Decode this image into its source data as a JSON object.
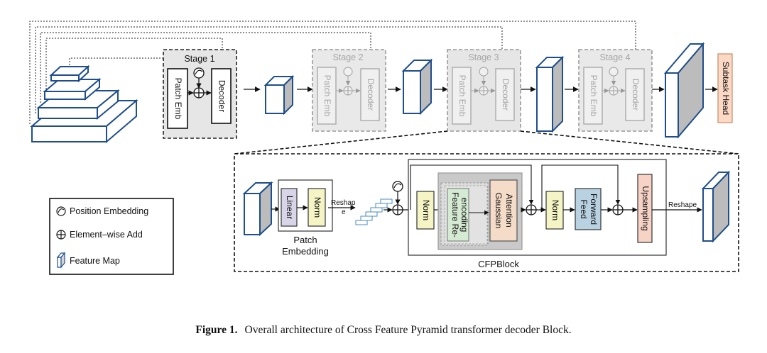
{
  "stages": [
    {
      "title": "Stage 1",
      "patch": "Patch Emb",
      "decoder": "Decoder"
    },
    {
      "title": "Stage 2",
      "patch": "Patch Emb",
      "decoder": "Decoder"
    },
    {
      "title": "Stage 3",
      "patch": "Patch Emb",
      "decoder": "Decoder"
    },
    {
      "title": "Stage 4",
      "patch": "Patch Emb",
      "decoder": "Decoder"
    }
  ],
  "subtask_head": "Subtask Head",
  "legend": {
    "position_embedding": "Position Embedding",
    "element_wise_add": "Element–wise Add",
    "feature_map": "Feature Map"
  },
  "detail": {
    "linear": "Linear",
    "norm": "Norm",
    "patch_embedding_line1": "Patch",
    "patch_embedding_line2": "Embedding",
    "reshape_in_line1": "Reshap",
    "reshape_in_line2": "e",
    "feature_reencoding_line1": "Feature Re-",
    "feature_reencoding_line2": "encoding",
    "gaussian_attention_line1": "Gaussian",
    "gaussian_attention_line2": "Attention",
    "feed_forward_line1": "Feed",
    "feed_forward_line2": "Forward",
    "upsampling": "Upsampling",
    "reshape_out": "Reshape",
    "cfpblock": "CFPBlock"
  },
  "caption": {
    "label": "Figure 1.",
    "text": "Overall architecture of Cross Feature Pyramid transformer decoder Block."
  },
  "colors": {
    "feature_map_blue": "#1f4e8c",
    "linear_fill": "#d9d5e8",
    "norm_fill": "#f4f4c4",
    "reencoding_fill": "#d5ead2",
    "attention_fill": "#f5dcc8",
    "feedforward_fill": "#b9d2e2",
    "upsampling_fill": "#f7d3c6",
    "subtask_fill": "#fbd9c4",
    "stage_grey": "#e6e6e6"
  }
}
